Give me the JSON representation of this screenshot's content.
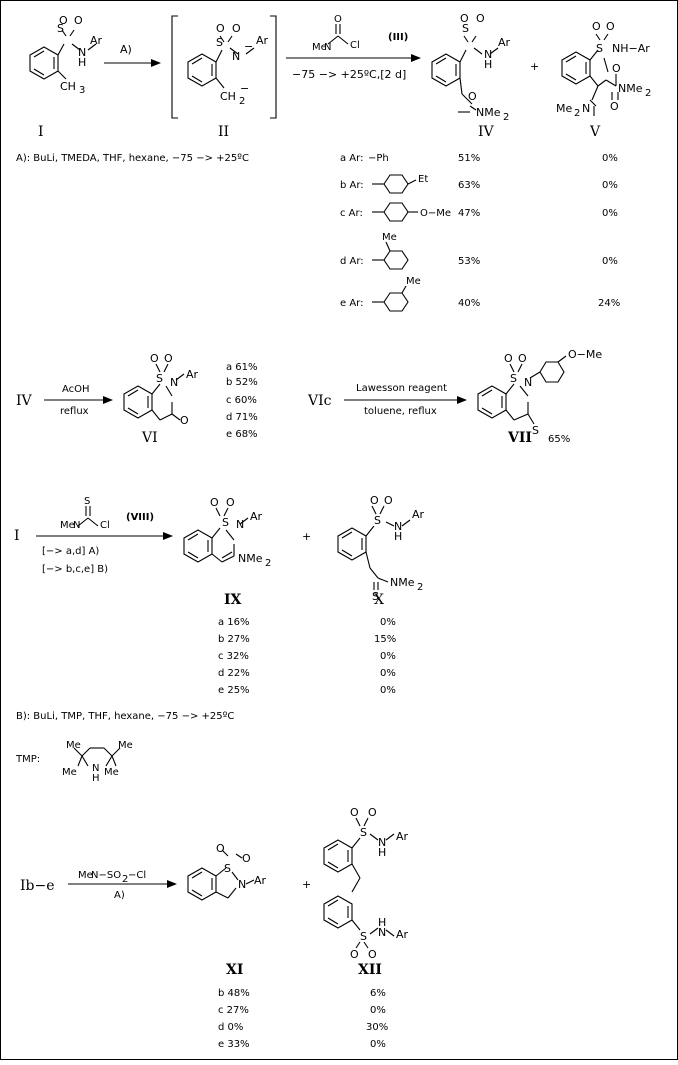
{
  "atoms": {
    "S": "S",
    "O": "O",
    "N": "N",
    "H": "H",
    "Ar": "Ar",
    "NH_Ar": "NH−Ar",
    "CH3": "CH",
    "sub3": "3",
    "CH2": "CH",
    "sub2": "2",
    "minus": "−",
    "C": "C",
    "Cl": "Cl",
    "Me2": "Me",
    "N_lbl": "N",
    "NMe": "NMe",
    "Me2N": "Me",
    "N_of": "N",
    "Me": "Me",
    "Et": "Et",
    "OMe": "O−Me",
    "Ph": "−Ph"
  },
  "scheme1": {
    "stepA": "A)",
    "reagent_label": "(III)",
    "conditions": "−75 −> +25ºC,[2 d]",
    "plus": "+",
    "labels": {
      "I": "I",
      "II": "II",
      "IV": "IV",
      "V": "V"
    },
    "footnote": "A): BuLi, TMEDA, THF, hexane, −75 −> +25ºC",
    "rows": [
      {
        "tag": "a Ar:",
        "iv": "51%",
        "v": "0%"
      },
      {
        "tag": "b Ar:",
        "iv": "63%",
        "v": "0%"
      },
      {
        "tag": "c Ar:",
        "iv": "47%",
        "v": "0%"
      },
      {
        "tag": "d Ar:",
        "iv": "53%",
        "v": "0%"
      },
      {
        "tag": "e Ar:",
        "iv": "40%",
        "v": "24%"
      }
    ]
  },
  "scheme2": {
    "start": "IV",
    "reagent": "AcOH",
    "cond": "reflux",
    "label": "VI",
    "yields": [
      "a 61%",
      "b 52%",
      "c 60%",
      "d 71%",
      "e 68%"
    ],
    "start2": "VIc",
    "reagent2": "Lawesson reagent",
    "cond2": "toluene, reflux",
    "label2": "VII",
    "yield2": "65%"
  },
  "scheme3": {
    "start": "I",
    "reagent_label": "(VIII)",
    "cond1": "[−> a,d] A)",
    "cond2": "[−> b,c,e] B)",
    "plus": "+",
    "labels": {
      "IX": "IX",
      "X": "X"
    },
    "rows": [
      {
        "tag": "a 16%",
        "x": "0%"
      },
      {
        "tag": "b 27%",
        "x": "15%"
      },
      {
        "tag": "c 32%",
        "x": "0%"
      },
      {
        "tag": "d 22%",
        "x": "0%"
      },
      {
        "tag": "e 25%",
        "x": "0%"
      }
    ],
    "footnote": "B): BuLi, TMP, THF, hexane, −75 −> +25ºC",
    "tmp_label": "TMP:"
  },
  "scheme4": {
    "start": "Ib−e",
    "reagent": "N−SO",
    "reagent_tail": "−Cl",
    "cond": "A)",
    "plus": "+",
    "labels": {
      "XI": "XI",
      "XII": "XII"
    },
    "rows": [
      {
        "tag": "b 48%",
        "xii": "6%"
      },
      {
        "tag": "c 27%",
        "xii": "0%"
      },
      {
        "tag": "d  0%",
        "xii": "30%"
      },
      {
        "tag": "e 33%",
        "xii": "0%"
      }
    ]
  }
}
